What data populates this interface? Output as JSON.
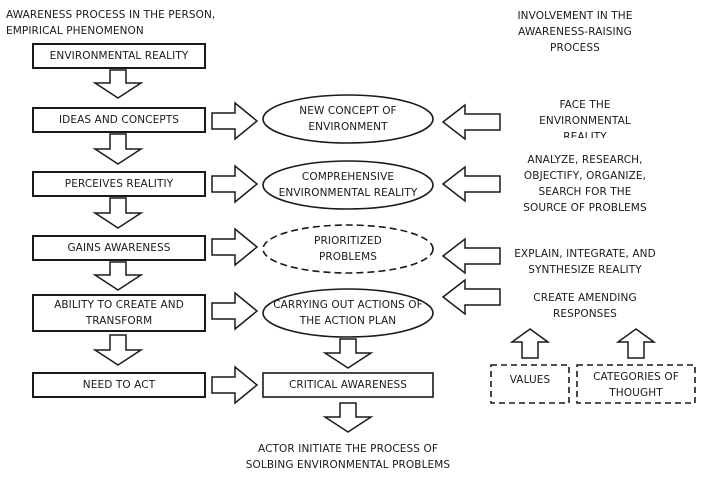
{
  "headers": {
    "person_process": [
      "AWARENESS PROCESS IN THE PERSON,",
      "EMPIRICAL PHENOMENON"
    ],
    "involvement": [
      "INVOLVEMENT IN THE",
      "AWARENESS-RAISING",
      "PROCESS"
    ]
  },
  "left_steps": [
    [
      "ENVIRONMENTAL REALITY"
    ],
    [
      "IDEAS AND CONCEPTS"
    ],
    [
      "PERCEIVES REALITIY"
    ],
    [
      "GAINS AWARENESS"
    ],
    [
      "ABILITY TO CREATE AND",
      "TRANSFORM"
    ],
    [
      "NEED TO ACT"
    ]
  ],
  "middle_steps": [
    [
      "NEW CONCEPT OF",
      "ENVIRONMENT"
    ],
    [
      "COMPREHENSIVE",
      "ENVIRONMENTAL REALITY"
    ],
    [
      "PRIORITIZED",
      "PROBLEMS"
    ],
    [
      "CARRYING OUT ACTIONS OF",
      "THE ACTION PLAN"
    ],
    [
      "CRITICAL AWARENESS"
    ]
  ],
  "right_actions": [
    [
      "FACE THE",
      "ENVIRONMENTAL",
      "REALITY"
    ],
    [
      "ANALYZE, RESEARCH,",
      "OBJECTIFY, ORGANIZE,",
      "SEARCH FOR THE",
      "SOURCE OF PROBLEMS"
    ],
    [
      "EXPLAIN, INTEGRATE, AND",
      "SYNTHESIZE REALITY"
    ],
    [
      "CREATE AMENDING",
      "RESPONSES"
    ]
  ],
  "bottom_inputs": [
    [
      "VALUES"
    ],
    [
      "CATEGORIES OF",
      "THOUGHT"
    ]
  ],
  "outcome": [
    "ACTOR INITIATE THE PROCESS OF",
    "SOLBING ENVIRONMENTAL PROBLEMS"
  ],
  "colors": {
    "stroke": "#1a1a1a",
    "fill": "#ffffff",
    "text": "#1a1a1a"
  }
}
